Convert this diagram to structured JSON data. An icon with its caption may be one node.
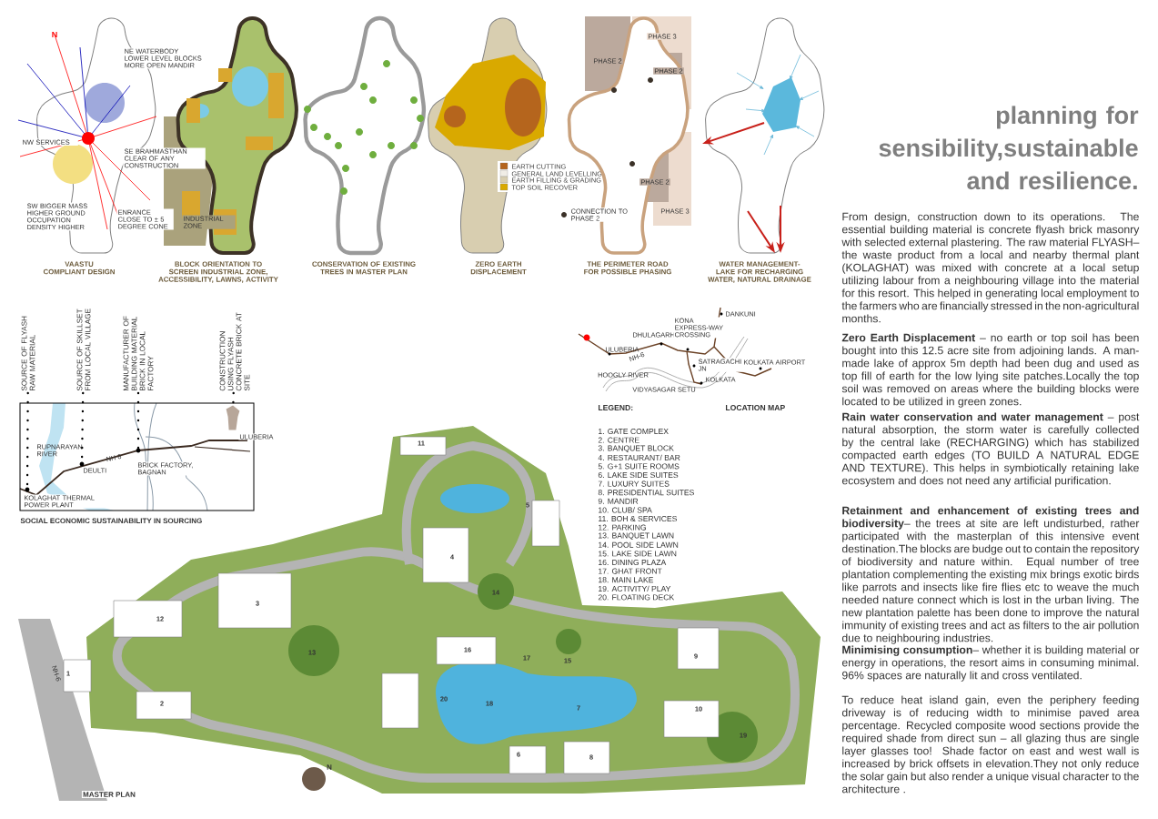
{
  "diagram": {
    "title": "planning for sensibility,sustainable and resilience.",
    "nodes": [
      {
        "text": [
          "SOURCE OF FLYASH RAW MATERIAL"
        ]
      },
      {
        "text": [
          "SOURCE OF SKILLSET FROM LOCAL VILLAGE"
        ]
      },
      {
        "text": [
          "MANUFACTURER OF BUILDING MATERIAL BRICK IN LOCAL FACTORY"
        ]
      },
      {
        "text": [
          "CONSTRUCTION USING FLYASH CONCRETE BRICK AT SITE"
        ]
      },
      {
        "text": [],
        "shape": "circle",
        "beside": [
          "KOLAGHAT THERMAL POWER PLANT"
        ]
      },
      {
        "text": [],
        "shape": "circle",
        "beside": [
          "DEULTI"
        ]
      },
      {
        "text": [],
        "shape": "circle",
        "beside": [
          "BRICK FACTORY, BAGNAN"
        ]
      },
      {
        "text": [],
        "shape": "picture",
        "beside": [
          "ULUBERIA"
        ]
      }
    ],
    "edges": [
      {
        "from": 0,
        "to": 4,
        "arrow": "none"
      },
      {
        "from": 1,
        "to": 5,
        "arrow": "none"
      },
      {
        "from": 2,
        "to": 6,
        "arrow": "none"
      },
      {
        "from": 3,
        "to": 7,
        "arrow": "none"
      }
    ],
    "labels": [
      "N",
      "NE WATERBODY LOWER LEVEL BLOCKS MORE OPEN MANDIR",
      "NW SERVICES",
      "SE BRAHMASTHAN CLEAR OF ANY CONSTRUCTION",
      "SW BIGGER MASS HIGHER GROUND OCCUPATION DENSITY HIGHER",
      "ENRANCE CLOSE TO ± 5 DEGREE CONE",
      "INDUSTRIAL ZONE",
      "PHASE 3",
      "PHASE 2",
      "PHASE 2",
      "PHASE 2",
      "PHASE 3",
      "CONNECTION TO PHASE 2",
      "VAASTU COMPLIANT DESIGN",
      "BLOCK ORIENTATION TO SCREEN INDUSTRIAL ZONE, ACCESSIBILITY, LAWNS, ACTIVITY",
      "CONSERVATION OF EXISTING TREES IN MASTER PLAN",
      "ZERO EARTH DISPLACEMENT",
      "THE PERIMETER ROAD FOR POSSIBLE PHASING",
      "WATER MANAGEMENT- LAKE FOR RECHARGING WATER, NATURAL DRAINAGE",
      "RUPNARAYAN RIVER",
      "NH 6",
      "SOCIAL ECONOMIC SUSTAINABILITY IN SOURCING",
      "DANKUNI",
      "ULUBERIA",
      "DHULAGARH",
      "KONA EXPRESS-WAY CROSSING",
      "NH-6",
      "SATRAGACHI JN",
      "KOLKATA AIRPORT",
      "HOOGLY RIVER",
      "KOLKATA",
      "VIDYASAGAR SETU",
      "LEGEND:",
      "LOCATION MAP",
      "1. GATE COMPLEX",
      "2. CENTRE",
      "3. BANQUET BLOCK",
      "4. RESTAURANT/ BAR",
      "5. G+1 SUITE ROOMS",
      "6. LAKE SIDE SUITES",
      "7. LUXURY SUITES",
      "8. PRESIDENTIAL SUITES",
      "9. MANDIR",
      "10. CLUB/ SPA",
      "11. BOH & SERVICES",
      "12. PARKING",
      "13. BANQUET LAWN",
      "14. POOL SIDE LAWN",
      "15. LAKE SIDE LAWN",
      "16. DINING PLAZA",
      "17. GHAT FRONT",
      "18. MAIN LAKE",
      "19. ACTIVITY/ PLAY",
      "20. FLOATING DECK",
      "1",
      "2",
      "3",
      "4",
      "5",
      "6",
      "7",
      "8",
      "9",
      "10",
      "11",
      "12",
      "13",
      "14",
      "15",
      "16",
      "17",
      "18",
      "19",
      "20",
      "NH-6",
      "N",
      "MASTER PLAN",
      "From design, construction down to its operations. The essential building material is concrete flyash brick masonry with selected external plastering. The raw material FLYASH– the waste product from a local and nearby thermal plant (KOLAGHAT) was mixed with concrete at a local setup utilizing labour from a neighbouring village into the material for this resort. This helped in generating local employment to the farmers who are financially stressed in the non-agricultural months.",
      "**Zero Earth Displacement** – no earth or top soil has been bought into this 12.5 acre site from adjoining lands. A man-made lake of approx 5m depth had been dug and used as top fill of earth for the low lying site patches.Locally the top soil was removed on areas where the building blocks were located to be utilized in green zones.",
      "**Rain water conservation and water management** – post natural absorption, the storm water is carefully collected by the central lake (RECHARGING) which has stabilized compacted earth edges (TO BUILD A NATURAL EDGE AND TEXTURE). This helps in symbiotically retaining lake ecosystem and does not need any artificial purification.",
      "**Retainment and enhancement of existing trees and biodiversity**– the trees at site are left undisturbed, rather participated with the masterplan of this intensive event destination.The blocks are budge out to contain the repository of biodiversity and nature within. Equal number of tree plantation complementing the existing mix brings exotic birds like parrots and insects like fire flies etc to weave the much needed nature connect which is lost in the urban living. The new plantation palette has been done to improve the natural immunity of existing trees and act as filters to the air pollution due to neighbouring industries.",
      "**Minimising consumption**– whether it is building material or energy in operations, the resort aims in consuming minimal. 96% spaces are naturally lit and cross ventilated.",
      "To reduce heat island gain, even the periphery feeding driveway is of reducing width to minimise paved area percentage. Recycled composite wood sections provide the required shade from direct sun – all glazing thus are single layer glasses too! Shade factor on east and west wall is increased by brick offsets in elevation.They not only reduce the solar gain but also render a unique visual character to the architecture ."
    ],
    "legend": [
      {
        "text": "EARTH CUTTING",
        "color": "#b5651d"
      },
      {
        "text": "GENERAL LAND LEVELLING",
        "color": "#f0ede6"
      },
      {
        "text": "EARTH FILLING & GRADING",
        "color": "#d8ceb0"
      },
      {
        "text": "TOP SOIL RECOVER",
        "color": "#d9a900"
      }
    ]
  }
}
